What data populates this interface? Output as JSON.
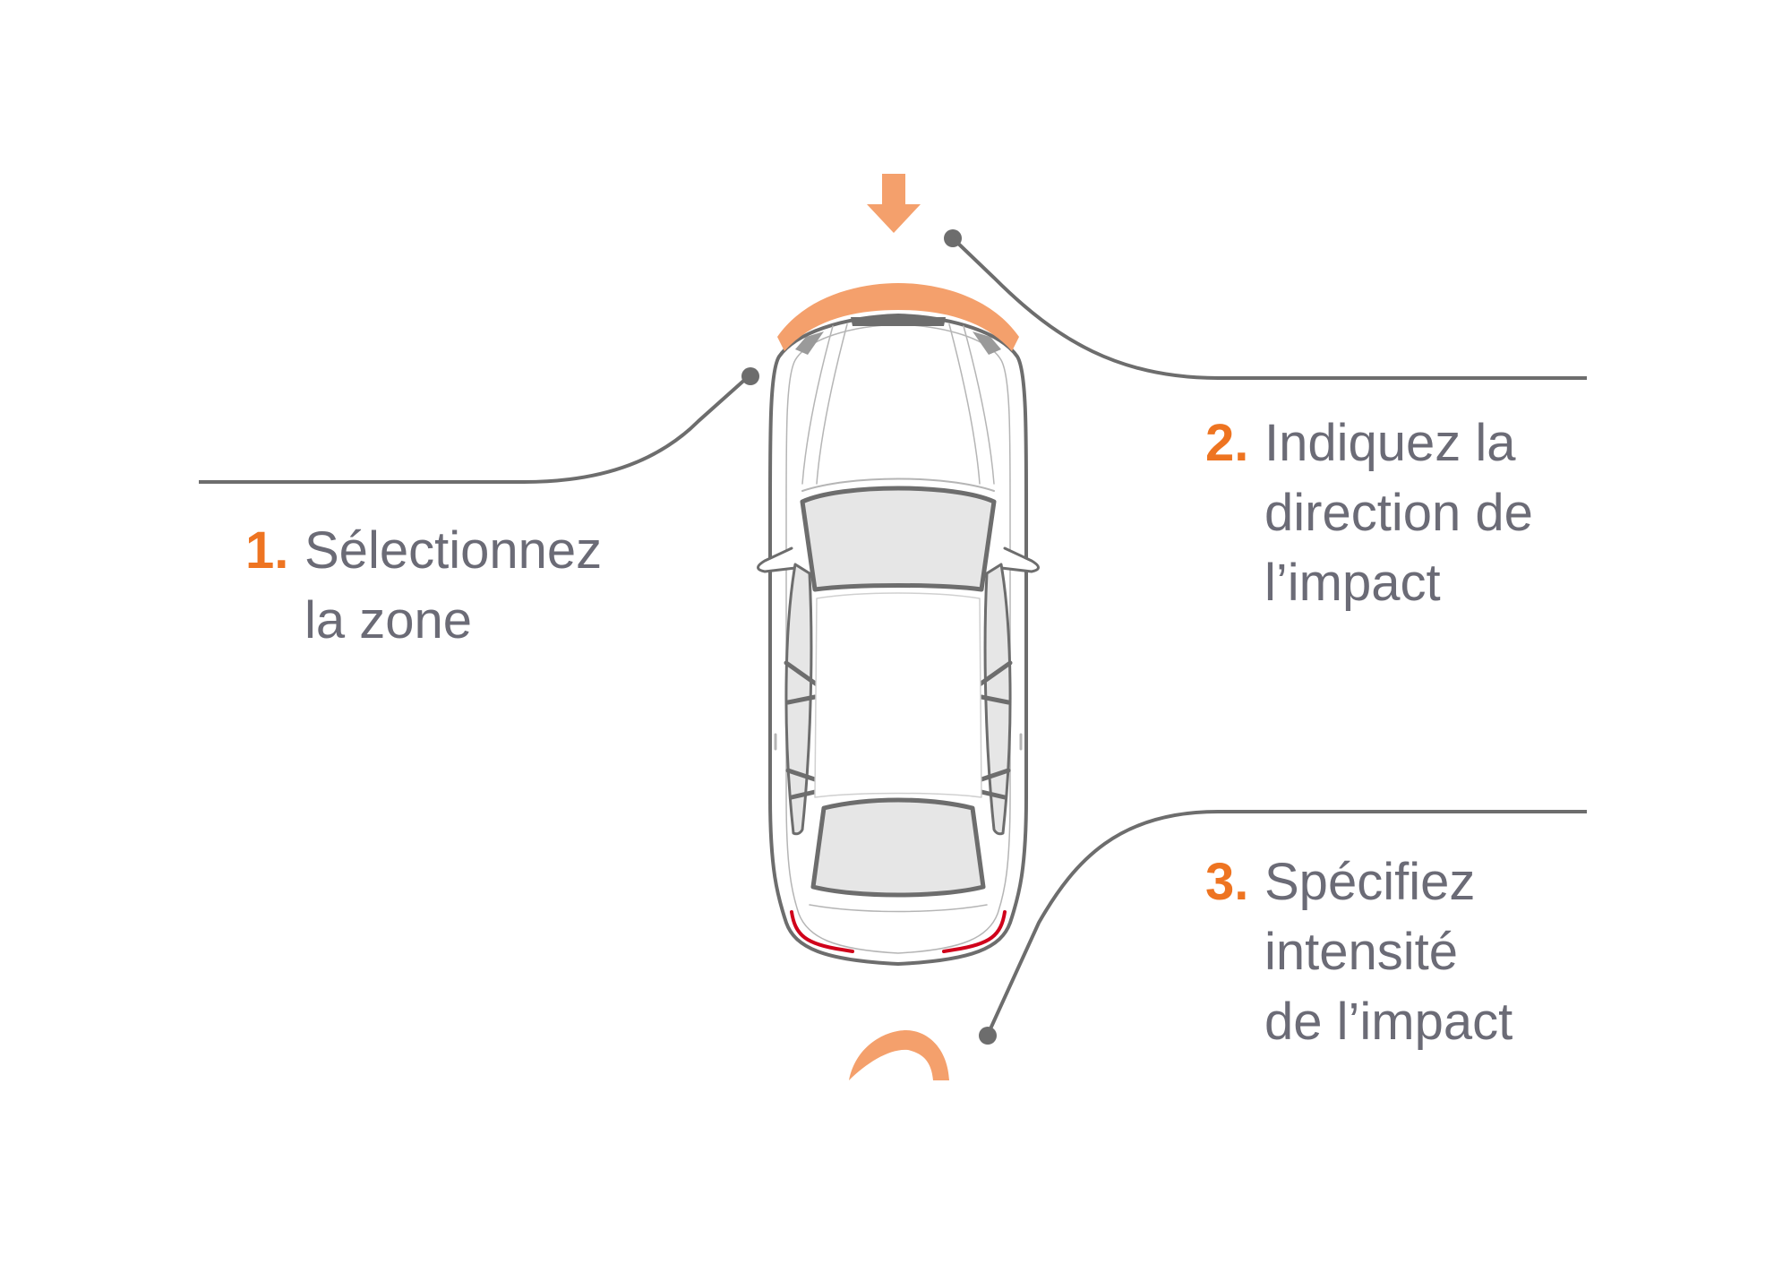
{
  "colors": {
    "accent": "#ee7421",
    "accent_light": "#f4a06c",
    "text": "#6b6b76",
    "connector": "#6d6d6d",
    "car_outline": "#6d6d6d",
    "glass": "#e6e6e6",
    "tail_light": "#d0021b"
  },
  "icons": {
    "direction_arrow": "arrow-down-icon",
    "intensity": "half-circle-gauge-icon",
    "car": "car-top-view-icon"
  },
  "steps": [
    {
      "number": "1.",
      "lines": [
        "Sélectionnez",
        "la zone"
      ]
    },
    {
      "number": "2.",
      "lines": [
        "Indiquez la",
        "direction de",
        "l’impact"
      ]
    },
    {
      "number": "3.",
      "lines": [
        "Spécifiez",
        "intensité",
        "de l’impact"
      ]
    }
  ]
}
